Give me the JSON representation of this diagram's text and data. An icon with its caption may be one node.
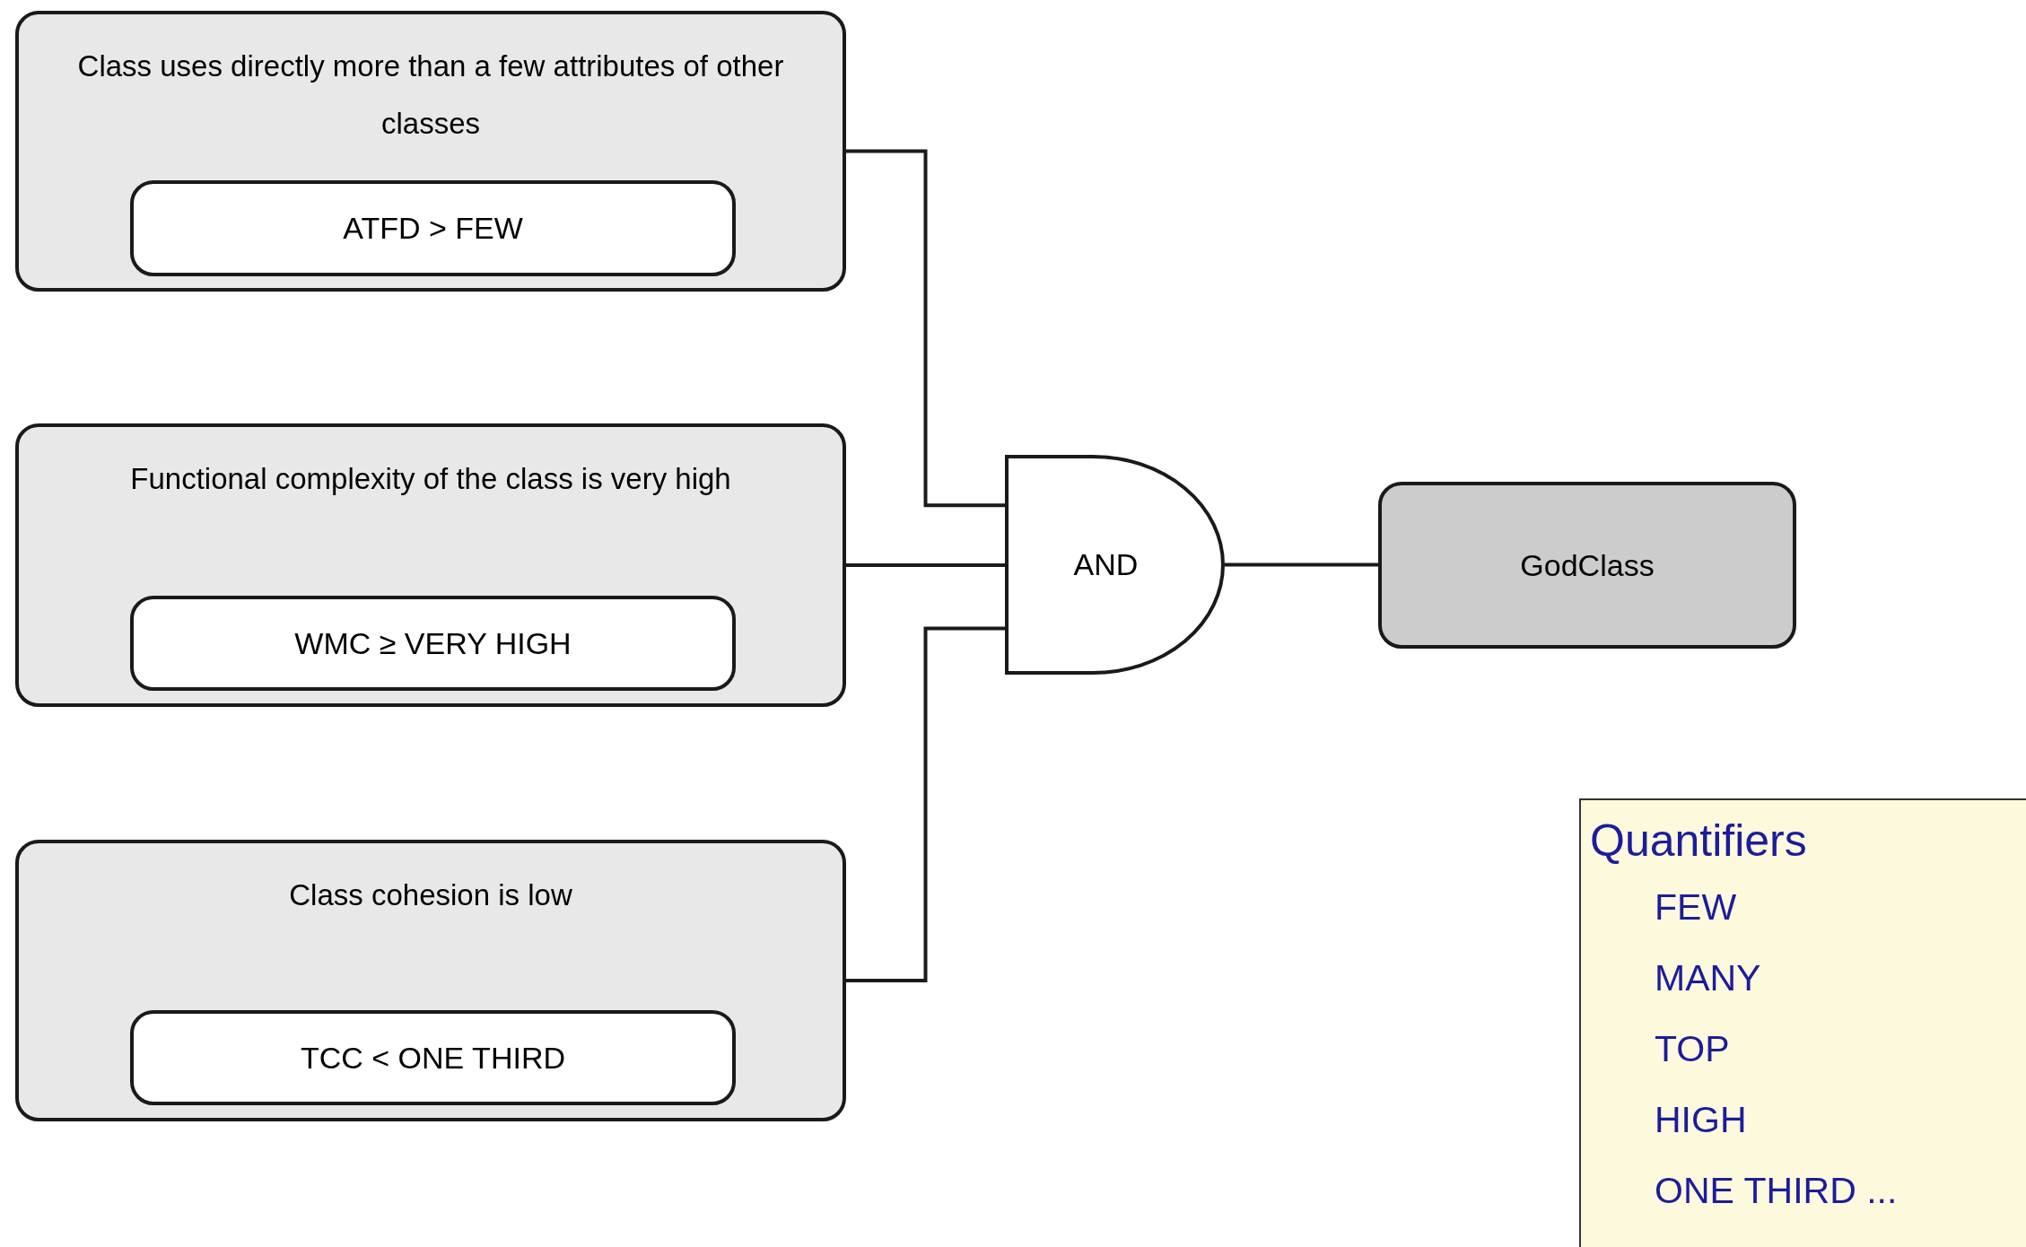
{
  "diagram": {
    "nodes": [
      {
        "text": [
          "Class uses directly more than a few attributes of other classes"
        ]
      },
      {
        "text": [
          "ATFD > FEW"
        ],
        "in": 0
      },
      {
        "text": [
          "Functional complexity of the class is very high"
        ]
      },
      {
        "text": [
          "WMC ≥ VERY HIGH"
        ],
        "in": 2
      },
      {
        "text": [
          "Class cohesion is low"
        ]
      },
      {
        "text": [
          "TCC < ONE THIRD"
        ],
        "in": 4
      },
      {
        "text": [
          "AND"
        ]
      },
      {
        "text": [
          "GodClass"
        ]
      },
      {
        "text": [
          "Quantifiers",
          "FEW",
          "MANY",
          "TOP",
          "HIGH",
          "ONE THIRD ..."
        ]
      }
    ],
    "edges": [
      {
        "from": 0,
        "to": 6,
        "arrow": "none"
      },
      {
        "from": 2,
        "to": 6,
        "arrow": "none"
      },
      {
        "from": 4,
        "to": 6,
        "arrow": "none"
      },
      {
        "from": 6,
        "to": 7,
        "arrow": "none"
      }
    ]
  }
}
